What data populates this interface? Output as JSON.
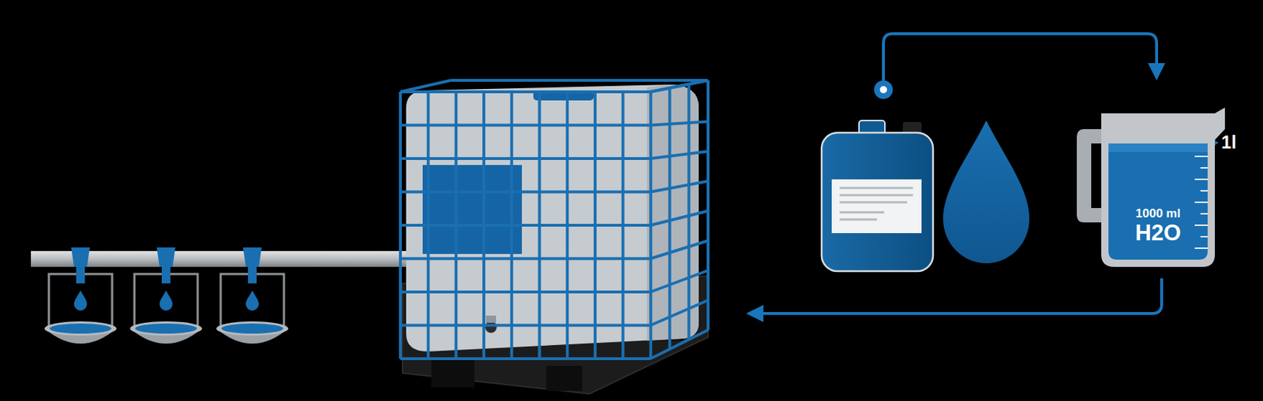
{
  "diagram": {
    "nodes": [
      {
        "text": [
          "1000 ml",
          "H2O"
        ]
      }
    ],
    "labels": [
      "1l"
    ]
  }
}
